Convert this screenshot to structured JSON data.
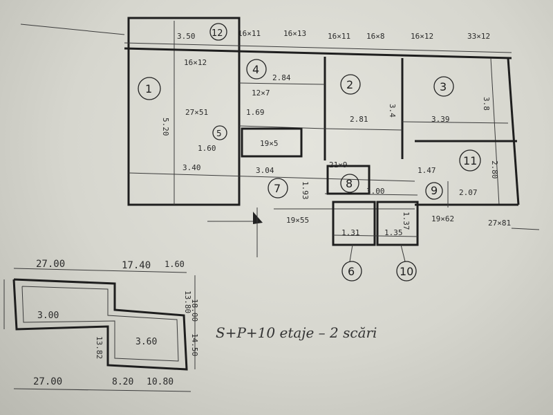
{
  "rooms": [
    {
      "n": "1"
    },
    {
      "n": "2"
    },
    {
      "n": "3"
    },
    {
      "n": "4"
    },
    {
      "n": "5"
    },
    {
      "n": "6"
    },
    {
      "n": "7"
    },
    {
      "n": "8"
    },
    {
      "n": "9"
    },
    {
      "n": "10"
    },
    {
      "n": "11"
    },
    {
      "n": "12"
    }
  ],
  "dims": {
    "d1": "3.50",
    "d2": "16×11",
    "d3": "16×13",
    "d4": "16×11",
    "d5": "16×8",
    "d6": "16×12",
    "d7": "33×12",
    "d8": "16×12",
    "d9": "2.84",
    "d10": "12×7",
    "d11": "3.4",
    "d12": "3.8",
    "d13": "5.20",
    "d14": "27×51",
    "d15": "1.69",
    "d16": "2.81",
    "d17": "3.39",
    "d18": "19×5",
    "d19": "1.60",
    "d20": "3.40",
    "d21": "3.04",
    "d22": "21×9",
    "d23": "1.47",
    "d24": "2.80",
    "d25": "3.00",
    "d26": "2.07",
    "d27": "19×55",
    "d28": "19×62",
    "d29": "27×81",
    "d30": "1.31",
    "d31": "1.35",
    "d32": "1.37",
    "d33": "1.93"
  },
  "small_plan": {
    "t1": "27.00",
    "t2": "17.40",
    "t3": "1.60",
    "m1": "3.00",
    "m2": "3.60",
    "s1": "13.80",
    "s2": "18.00",
    "s3": "14.50",
    "s4": "13.82",
    "b1": "27.00",
    "b2": "8.20",
    "b3": "10.80"
  },
  "note": "S+P+10 etaje – 2 scări"
}
